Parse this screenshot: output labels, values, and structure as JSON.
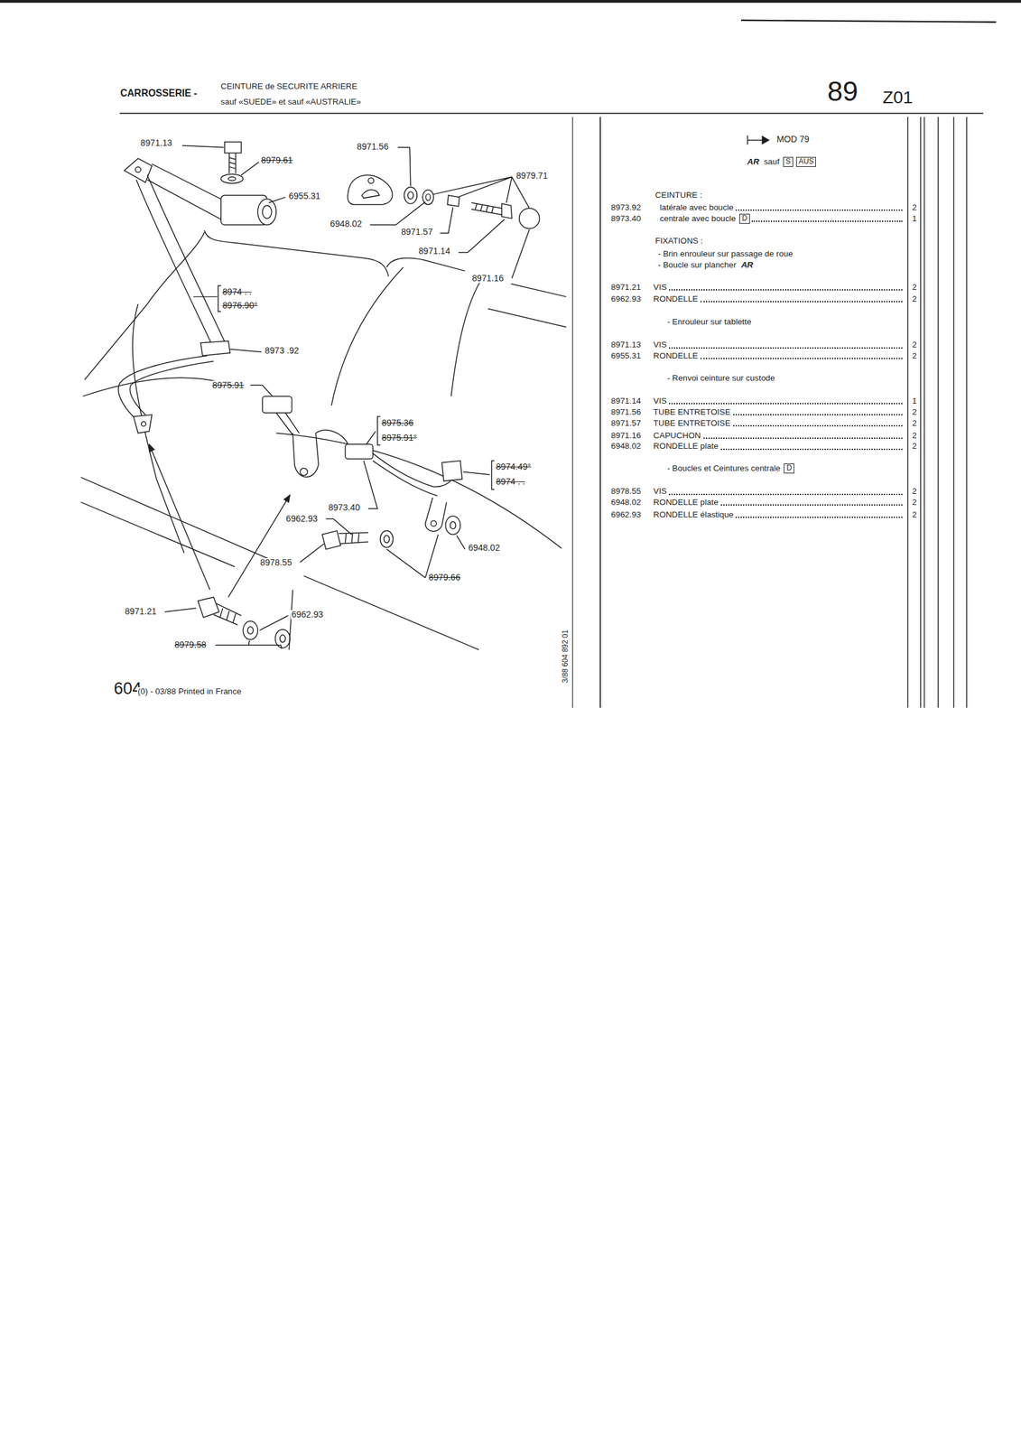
{
  "diagram": {
    "title": "CEINTURE de SECURITE ARRIERE",
    "nodes": [
      {
        "text": [
          "S"
        ]
      },
      {
        "text": [
          "AUS"
        ]
      },
      {
        "text": [
          "D"
        ]
      },
      {
        "text": [
          "D"
        ]
      }
    ],
    "labels": [
      "CARROSSERIE -",
      "sauf «SUEDE» et sauf «AUSTRALIE»",
      "89",
      "Z01",
      "8971.13",
      "8979.61",
      "6955.31",
      "8971.56",
      "8979.71",
      "6948.02",
      "8971.57",
      "8971.14",
      "8971.16",
      "8974 . .",
      "8976.90°",
      "8973 .92",
      "8975.91",
      "8975.36",
      "8975.91°",
      "8974.49°",
      "8974 . .",
      "8973.40",
      "6962.93",
      "6948.02",
      "8978.55",
      "8979.66",
      "8971.21",
      "6962.93",
      "8979.58",
      "3/88 604 892 01",
      "604",
      "(0) - 03/88 Printed in France",
      "MOD 79",
      "AR",
      "sauf",
      "CEINTURE :",
      "8973.92",
      "latérale avec boucle",
      "2",
      "8973.40",
      "centrale avec boucle",
      "1",
      "FIXATIONS :",
      "- Brin enrouleur sur passage de roue",
      "- Boucle sur plancher",
      "AR",
      "8971.21",
      "VIS",
      "2",
      "6962.93",
      "RONDELLE",
      "2",
      "- Enrouleur sur tablette",
      "8971.13",
      "VIS",
      "2",
      "6955.31",
      "RONDELLE",
      "2",
      "- Renvoi ceinture sur custode",
      "8971.14",
      "VIS",
      "1",
      "8971.56",
      "TUBE ENTRETOISE",
      "2",
      "8971.57",
      "TUBE ENTRETOISE",
      "2",
      "8971.16",
      "CAPUCHON",
      "2",
      "6948.02",
      "RONDELLE plate",
      "2",
      "- Boucles et Ceintures centrale",
      "8978.55",
      "VIS",
      "2",
      "6948.02",
      "RONDELLE plate",
      "2",
      "6962.93",
      "RONDELLE élastique",
      "2"
    ]
  }
}
